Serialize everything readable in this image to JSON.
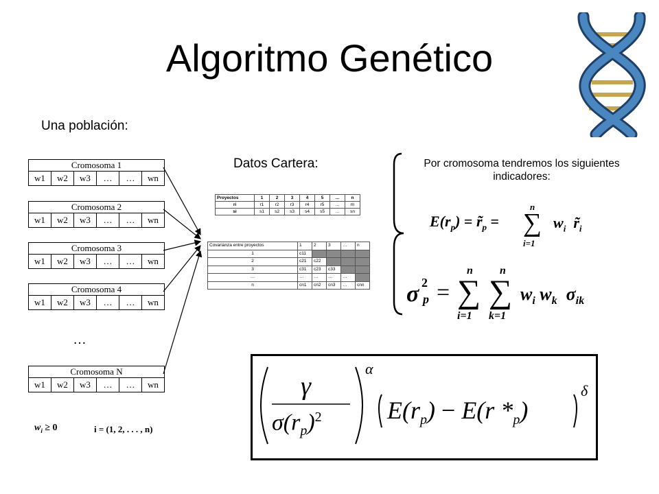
{
  "title": "Algoritmo Genético",
  "subtitle": "Una población:",
  "datos_label": "Datos Cartera:",
  "indicadores_label": "Por cromosoma tendremos los siguientes indicadores:",
  "ellipsis": "…",
  "cromosomas": [
    {
      "name": "Cromosoma 1"
    },
    {
      "name": "Cromosoma 2"
    },
    {
      "name": "Cromosoma 3"
    },
    {
      "name": "Cromosoma 4"
    },
    {
      "name": "Cromosoma N"
    }
  ],
  "cromosoma_cells": [
    "w1",
    "w2",
    "w3",
    "…",
    "…",
    "wn"
  ],
  "proyectos_table": {
    "header": [
      "Proyectos",
      "1",
      "2",
      "3",
      "4",
      "5",
      "…",
      "n"
    ],
    "rows": [
      [
        "ri",
        "r1",
        "r2",
        "r3",
        "r4",
        "r5",
        "…",
        "rn"
      ],
      [
        "si",
        "s1",
        "s2",
        "s3",
        "s4",
        "s5",
        "…",
        "sn"
      ]
    ]
  },
  "covarianza_table": {
    "header": [
      "Covarianza entre proyectos",
      "1",
      "2",
      "3",
      "…",
      "n"
    ],
    "rows": [
      [
        "1",
        "c11",
        "",
        "",
        "",
        ""
      ],
      [
        "2",
        "c21",
        "c22",
        "",
        "",
        ""
      ],
      [
        "3",
        "c31",
        "c23",
        "c33",
        "",
        ""
      ],
      [
        "…",
        "…",
        "…",
        "…",
        "…",
        ""
      ],
      [
        "n",
        "cn1",
        "cn2",
        "cn3",
        "…",
        "cnn"
      ]
    ]
  },
  "constraint": {
    "weight": "w",
    "weight_sub": "i",
    "relation": "≥ 0",
    "range": "i = (1, 2, . . . , n)"
  },
  "formula_expected": {
    "lhs": "E(r",
    "lhs_sub": "p",
    "lhs_close": ")",
    "eq": "=",
    "r": "r̃",
    "r_sub": "p",
    "sum_top": "n",
    "sum_bottom": "i=1",
    "w": "w",
    "w_sub": "i",
    "rt": "r̃",
    "rt_sub": "i"
  },
  "formula_variance": {
    "sigma": "σ",
    "sup": "2",
    "sub": "p",
    "eq": "=",
    "sum1_top": "n",
    "sum1_bottom": "i=1",
    "sum2_top": "n",
    "sum2_bottom": "k=1",
    "wi": "w",
    "wi_sub": "i",
    "wk": "w",
    "wk_sub": "k",
    "sigma2": "σ",
    "sigma2_sub": "ik"
  },
  "formula_objective": {
    "gamma": "γ",
    "sigma_rp": "σ(r",
    "sigma_sub": "p",
    "sigma_close": ")",
    "sq": "2",
    "alpha": "α",
    "e1": "E(r",
    "e1_sub": "p",
    "e1_close": ")",
    "minus": "−",
    "e2": "E(r *",
    "e2_sub": "p",
    "e2_close": ")",
    "delta": "δ"
  }
}
